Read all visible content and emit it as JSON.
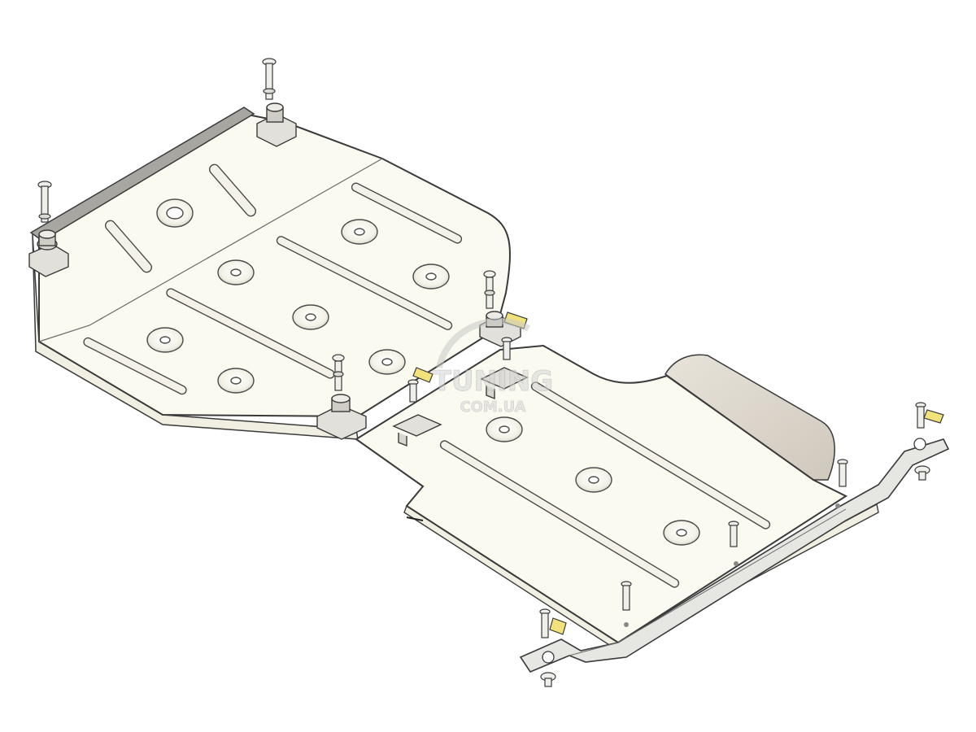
{
  "diagram": {
    "type": "technical-line-drawing",
    "subject": "underbody-protection-plate-assembly",
    "colors": {
      "background": "#ffffff",
      "plate_fill": "#fbfaf1",
      "plate_stroke": "#3a3a3a",
      "plate_side": "#f1efe2",
      "rail_fill": "#a8a6a0",
      "crossbar_fill": "#e6e6e2",
      "shield_fill": "#ddd8d0",
      "bracket_fill": "#e2e0da",
      "bolt_fill": "#eeeeea",
      "nut_tag_fill": "#f2e27a",
      "watermark": "#c9c9c9"
    }
  },
  "watermark": {
    "logo_word": "TUNING",
    "logo_sub": "COM.UA"
  }
}
